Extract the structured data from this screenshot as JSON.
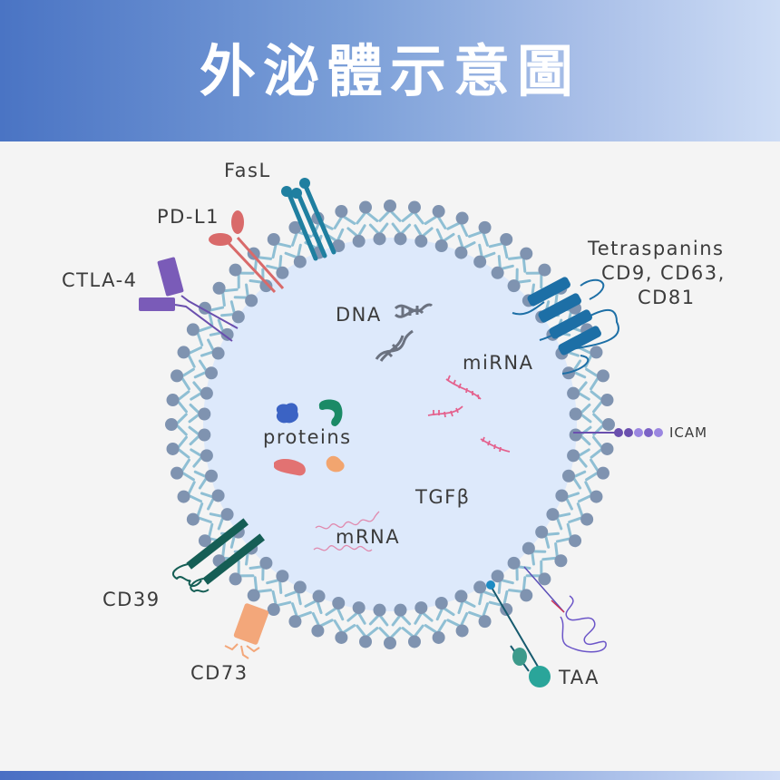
{
  "header": {
    "title": "外泌體示意圖"
  },
  "colors": {
    "header_gradient_start": "#4a74c4",
    "header_gradient_end": "#cddcf5",
    "background": "#f4f4f4",
    "lumen": "#dde9fb",
    "lipid_head": "#7f93b0",
    "lipid_tail": "#8fbfd4",
    "label_text": "#3b3b3b"
  },
  "labels": {
    "fasl": "FasL",
    "pdl1": "PD-L1",
    "ctla4": "CTLA-4",
    "tetraspanins_line1": "Tetraspanins",
    "tetraspanins_line2": "CD9, CD63,",
    "tetraspanins_line3": "CD81",
    "icam": "ICAM",
    "cd39": "CD39",
    "cd73": "CD73",
    "taa": "TAA",
    "dna": "DNA",
    "mirna": "miRNA",
    "proteins": "proteins",
    "tgfb": "TGFβ",
    "mrna": "mRNA"
  },
  "icons": {
    "fasl": "fasl-receptor-icon",
    "pdl1": "pd-l1-receptor-icon",
    "ctla4": "ctla-4-receptor-icon",
    "tetraspanin": "tetraspanin-icon",
    "icam": "icam-bead-chain-icon",
    "cd39": "cd39-icon",
    "cd73": "cd73-icon",
    "taa": "taa-antigen-icon",
    "mhc": "wavy-protein-icon",
    "dna": "dna-helix-icon",
    "mirna": "mirna-strand-icon",
    "mrna": "mrna-strand-icon",
    "proteins": "protein-blob-icon"
  }
}
